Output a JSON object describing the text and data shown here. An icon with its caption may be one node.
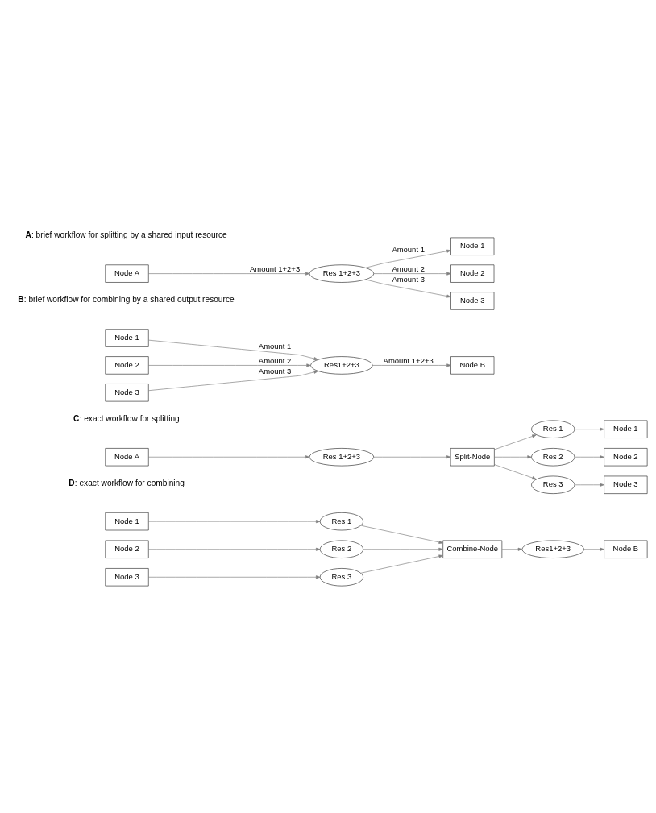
{
  "diagram": {
    "nodes": [
      {
        "text": [
          "Node A"
        ]
      },
      {
        "text": [
          "Res 1+2+3"
        ]
      },
      {
        "text": [
          "Node 1"
        ]
      },
      {
        "text": [
          "Node 2"
        ]
      },
      {
        "text": [
          "Node 3"
        ]
      },
      {
        "text": [
          "Node 1"
        ]
      },
      {
        "text": [
          "Node 2"
        ]
      },
      {
        "text": [
          "Node 3"
        ]
      },
      {
        "text": [
          "Res1+2+3"
        ]
      },
      {
        "text": [
          "Node B"
        ]
      },
      {
        "text": [
          "Node A"
        ]
      },
      {
        "text": [
          "Res 1+2+3"
        ]
      },
      {
        "text": [
          "Split-Node"
        ]
      },
      {
        "text": [
          "Res 1"
        ]
      },
      {
        "text": [
          "Node 1"
        ]
      },
      {
        "text": [
          "Res 2"
        ]
      },
      {
        "text": [
          "Node 2"
        ]
      },
      {
        "text": [
          "Res 3"
        ]
      },
      {
        "text": [
          "Node 3"
        ]
      },
      {
        "text": [
          "Node 1"
        ]
      },
      {
        "text": [
          "Res 1"
        ]
      },
      {
        "text": [
          "Node 2"
        ]
      },
      {
        "text": [
          "Res 2"
        ]
      },
      {
        "text": [
          "Node 3"
        ]
      },
      {
        "text": [
          "Res 3"
        ]
      },
      {
        "text": [
          "Combine-Node"
        ]
      },
      {
        "text": [
          "Res1+2+3"
        ]
      },
      {
        "text": [
          "Node B"
        ]
      }
    ],
    "edges": [
      {
        "from": 0,
        "to": 1,
        "arrow": "to",
        "label": "Amount 1+2+3"
      },
      {
        "from": 1,
        "to": 2,
        "arrow": "to",
        "label": "Amount 1"
      },
      {
        "from": 1,
        "to": 3,
        "arrow": "to",
        "label": "Amount 2"
      },
      {
        "from": 1,
        "to": 4,
        "arrow": "to",
        "label": "Amount 3"
      },
      {
        "from": 5,
        "to": 8,
        "arrow": "to",
        "label": "Amount 1"
      },
      {
        "from": 6,
        "to": 8,
        "arrow": "to",
        "label": "Amount 2"
      },
      {
        "from": 7,
        "to": 8,
        "arrow": "to",
        "label": "Amount 3"
      },
      {
        "from": 8,
        "to": 9,
        "arrow": "to",
        "label": "Amount 1+2+3"
      },
      {
        "from": 10,
        "to": 11,
        "arrow": "to"
      },
      {
        "from": 11,
        "to": 12,
        "arrow": "to"
      },
      {
        "from": 12,
        "to": 13,
        "arrow": "to"
      },
      {
        "from": 12,
        "to": 15,
        "arrow": "to"
      },
      {
        "from": 12,
        "to": 17,
        "arrow": "to"
      },
      {
        "from": 13,
        "to": 14,
        "arrow": "to"
      },
      {
        "from": 15,
        "to": 16,
        "arrow": "to"
      },
      {
        "from": 17,
        "to": 18,
        "arrow": "to"
      },
      {
        "from": 19,
        "to": 20,
        "arrow": "to"
      },
      {
        "from": 21,
        "to": 22,
        "arrow": "to"
      },
      {
        "from": 23,
        "to": 24,
        "arrow": "to"
      },
      {
        "from": 20,
        "to": 25,
        "arrow": "to"
      },
      {
        "from": 22,
        "to": 25,
        "arrow": "to"
      },
      {
        "from": 24,
        "to": 25,
        "arrow": "to"
      },
      {
        "from": 25,
        "to": 26,
        "arrow": "to"
      },
      {
        "from": 26,
        "to": 27,
        "arrow": "to"
      }
    ],
    "labels": [
      "**A**: brief workflow for splitting by a shared input resource",
      "**B**: brief workflow for combining by a shared output resource",
      "**C**: exact workflow for splitting",
      "**D**: exact workflow for combining"
    ]
  }
}
